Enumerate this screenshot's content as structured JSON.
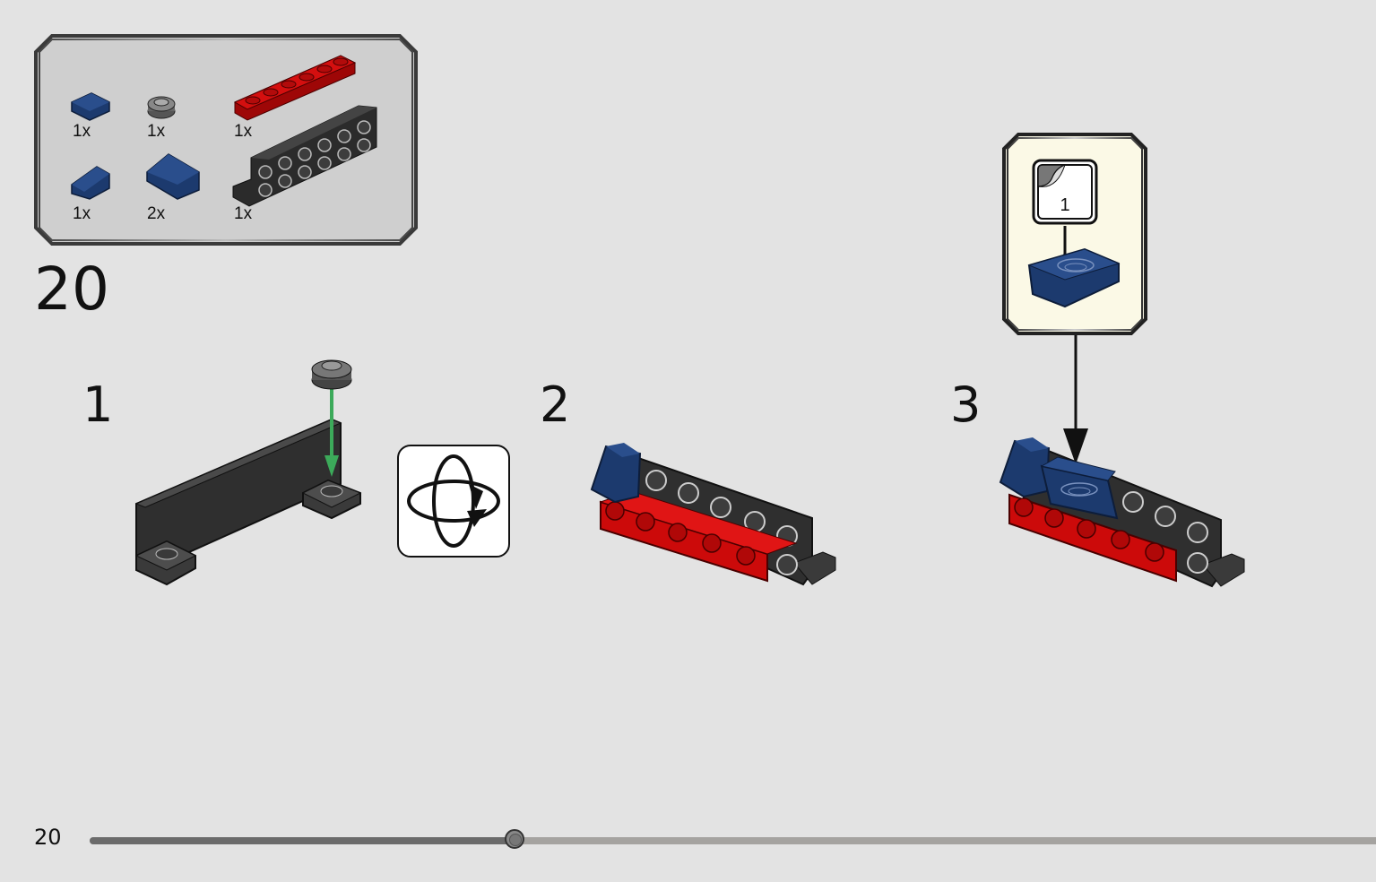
{
  "parts_list": {
    "items": [
      {
        "qty": "1x",
        "part": "dark-blue-slope-1x1"
      },
      {
        "qty": "1x",
        "part": "dark-grey-round-plate-1x1"
      },
      {
        "qty": "1x",
        "part": "red-plate-1x6"
      },
      {
        "qty": "1x",
        "part": "dark-blue-slope-1x2"
      },
      {
        "qty": "2x",
        "part": "dark-blue-slope-2x2"
      },
      {
        "qty": "1x",
        "part": "black-bracket-1x6-with-studs"
      }
    ]
  },
  "step": {
    "number": "20",
    "substeps": [
      {
        "label": "1"
      },
      {
        "label": "2"
      },
      {
        "label": "3"
      }
    ]
  },
  "sticker_callout": {
    "sticker_number": "1"
  },
  "page": {
    "number": "20",
    "progress": 0.33
  },
  "colors": {
    "background": "#e3e3e3",
    "parts_panel": "#cfcfcf",
    "callout_panel": "#fbf9e6",
    "red": "#cc0a0a",
    "dark_blue": "#1c3a6e",
    "black": "#2b2b2b",
    "arrow_green": "#3caa5a"
  },
  "icons": {
    "rotate": "rotate-model-icon",
    "sticker": "sticker-icon"
  }
}
